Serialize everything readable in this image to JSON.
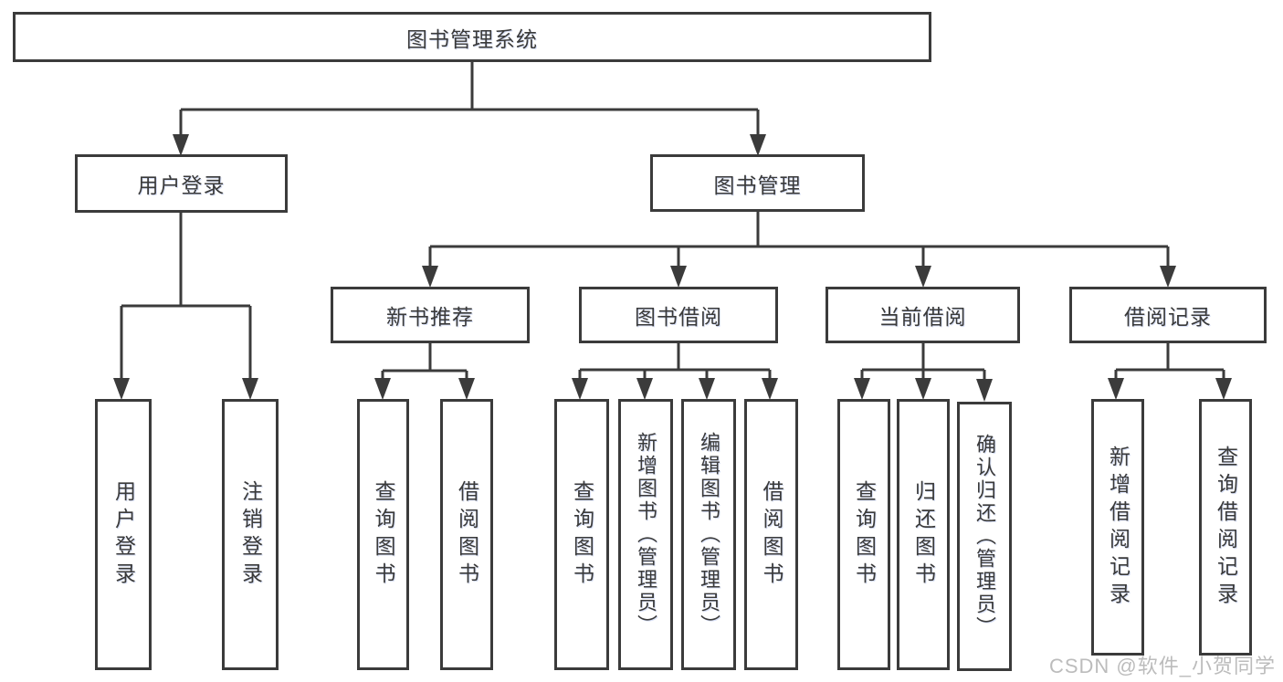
{
  "colors": {
    "line": "#3b3b3b",
    "text": "#3a3a3a",
    "box_background": "#ffffff",
    "watermark": "#bcbcbc"
  },
  "watermark": "CSDN @软件_小贺同学",
  "tree": {
    "root": "图书管理系统",
    "branches": [
      {
        "label": "用户登录",
        "children": [
          "用户登录",
          "注销登录"
        ]
      },
      {
        "label": "图书管理",
        "modules": [
          {
            "label": "新书推荐",
            "children": [
              "查询图书",
              "借阅图书"
            ]
          },
          {
            "label": "图书借阅",
            "children": [
              "查询图书",
              "新增图书（管理员）",
              "编辑图书（管理员）",
              "借阅图书"
            ]
          },
          {
            "label": "当前借阅",
            "children": [
              "查询图书",
              "归还图书",
              "确认归还（管理员）"
            ]
          },
          {
            "label": "借阅记录",
            "children": [
              "新增借阅记录",
              "查询借阅记录"
            ]
          }
        ]
      }
    ]
  }
}
